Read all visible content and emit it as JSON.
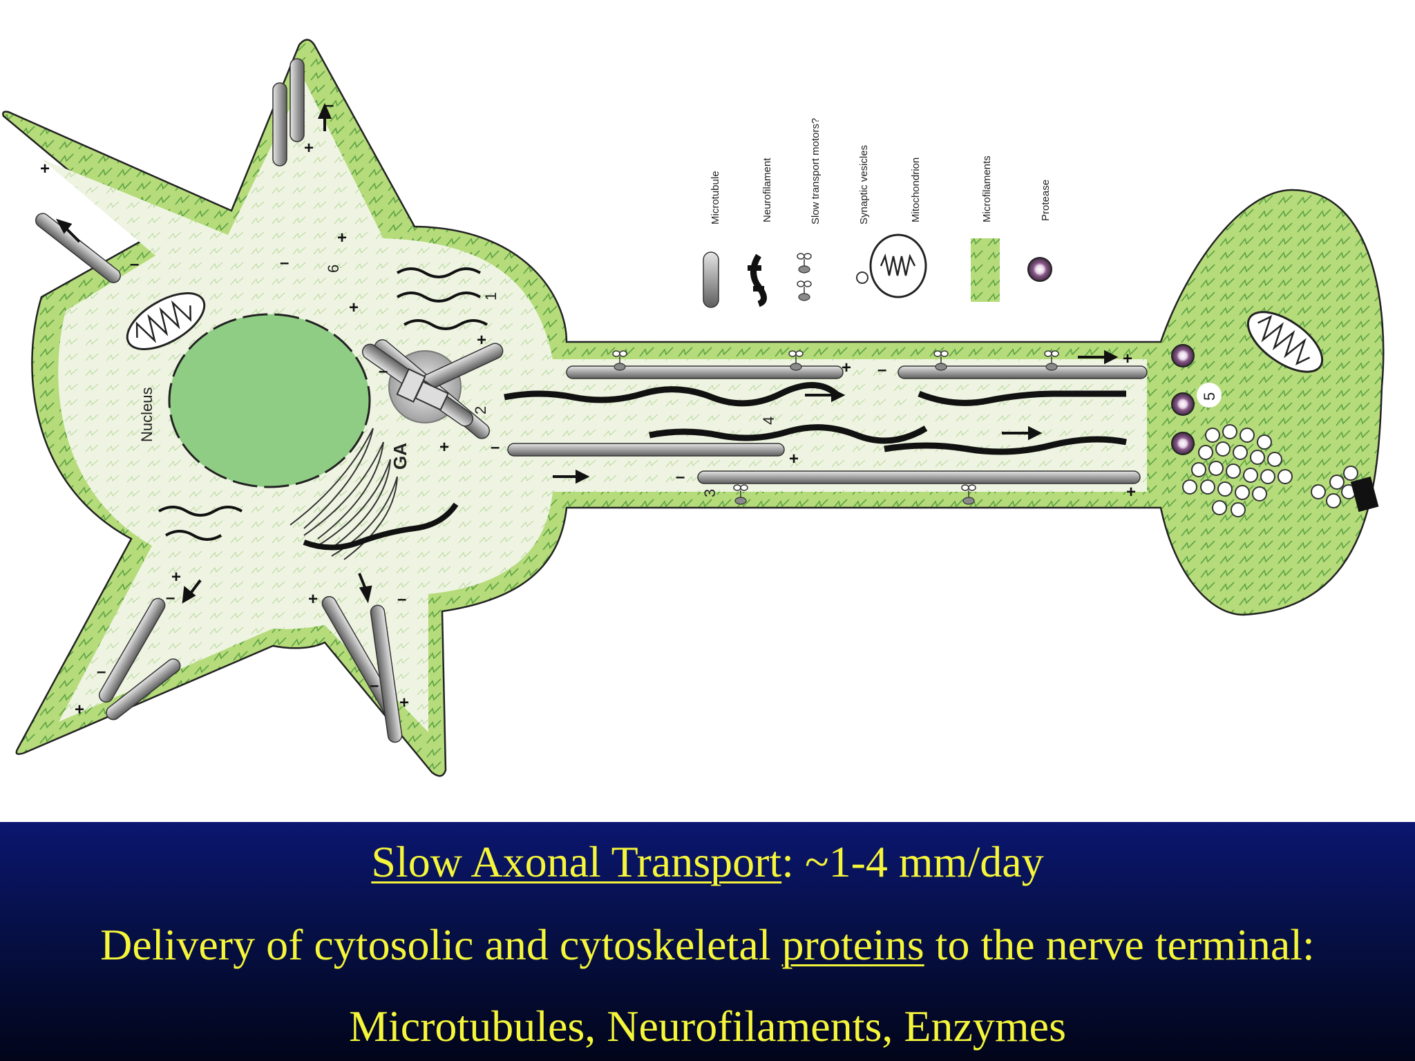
{
  "diagram": {
    "labels": {
      "nucleus": "Nucleus",
      "golgi": "GA",
      "n1": "1",
      "n2": "2",
      "n3": "3",
      "n4": "4",
      "n5": "5",
      "n6": "6",
      "plus": "+",
      "minus": "–"
    },
    "legend": [
      {
        "label": "Microtubule",
        "icon": "microtubule-icon"
      },
      {
        "label": "Neurofilament",
        "icon": "neurofilament-icon"
      },
      {
        "label": "Slow transport motors?",
        "icon": "motor-icon"
      },
      {
        "label": "Synaptic vesicles",
        "icon": "vesicle-icon"
      },
      {
        "label": "Mitochondrion",
        "icon": "mitochondrion-icon"
      },
      {
        "label": "Microfilaments",
        "icon": "microfilament-icon"
      },
      {
        "label": "Protease",
        "icon": "protease-icon"
      }
    ],
    "colors": {
      "cytoplasm_edge": "#b5db7a",
      "cytoplasm_inner": "#eef4e1",
      "nucleus": "#8fcd85",
      "microtubule": "#9a9a9a",
      "neurofilament": "#111111",
      "protease": "#7a4a7a"
    }
  },
  "caption": {
    "line1_underlined": "Slow Axonal Transport",
    "line1_rest": ": ~1-4 mm/day",
    "line2_before": "Delivery of cytosolic and cytoskeletal ",
    "line2_underlined": "proteins",
    "line2_after": " to the nerve terminal:",
    "line3": "Microtubules, Neurofilaments, Enzymes"
  }
}
